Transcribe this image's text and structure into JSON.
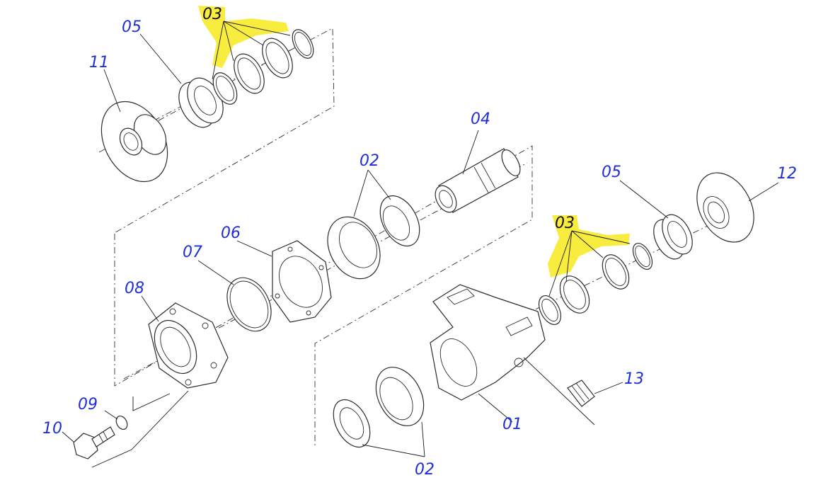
{
  "colors": {
    "callout_text": "#1f2fd8",
    "highlight": "#f7ea2e",
    "line": "#2b2b2b"
  },
  "callouts": {
    "c03_top": "03",
    "c05_top": "05",
    "c11": "11",
    "c04": "04",
    "c02_mid": "02",
    "c05_right": "05",
    "c12": "12",
    "c03_right": "03",
    "c06": "06",
    "c07": "07",
    "c08": "08",
    "c13": "13",
    "c09": "09",
    "c10": "10",
    "c01": "01",
    "c02_bottom": "02"
  }
}
